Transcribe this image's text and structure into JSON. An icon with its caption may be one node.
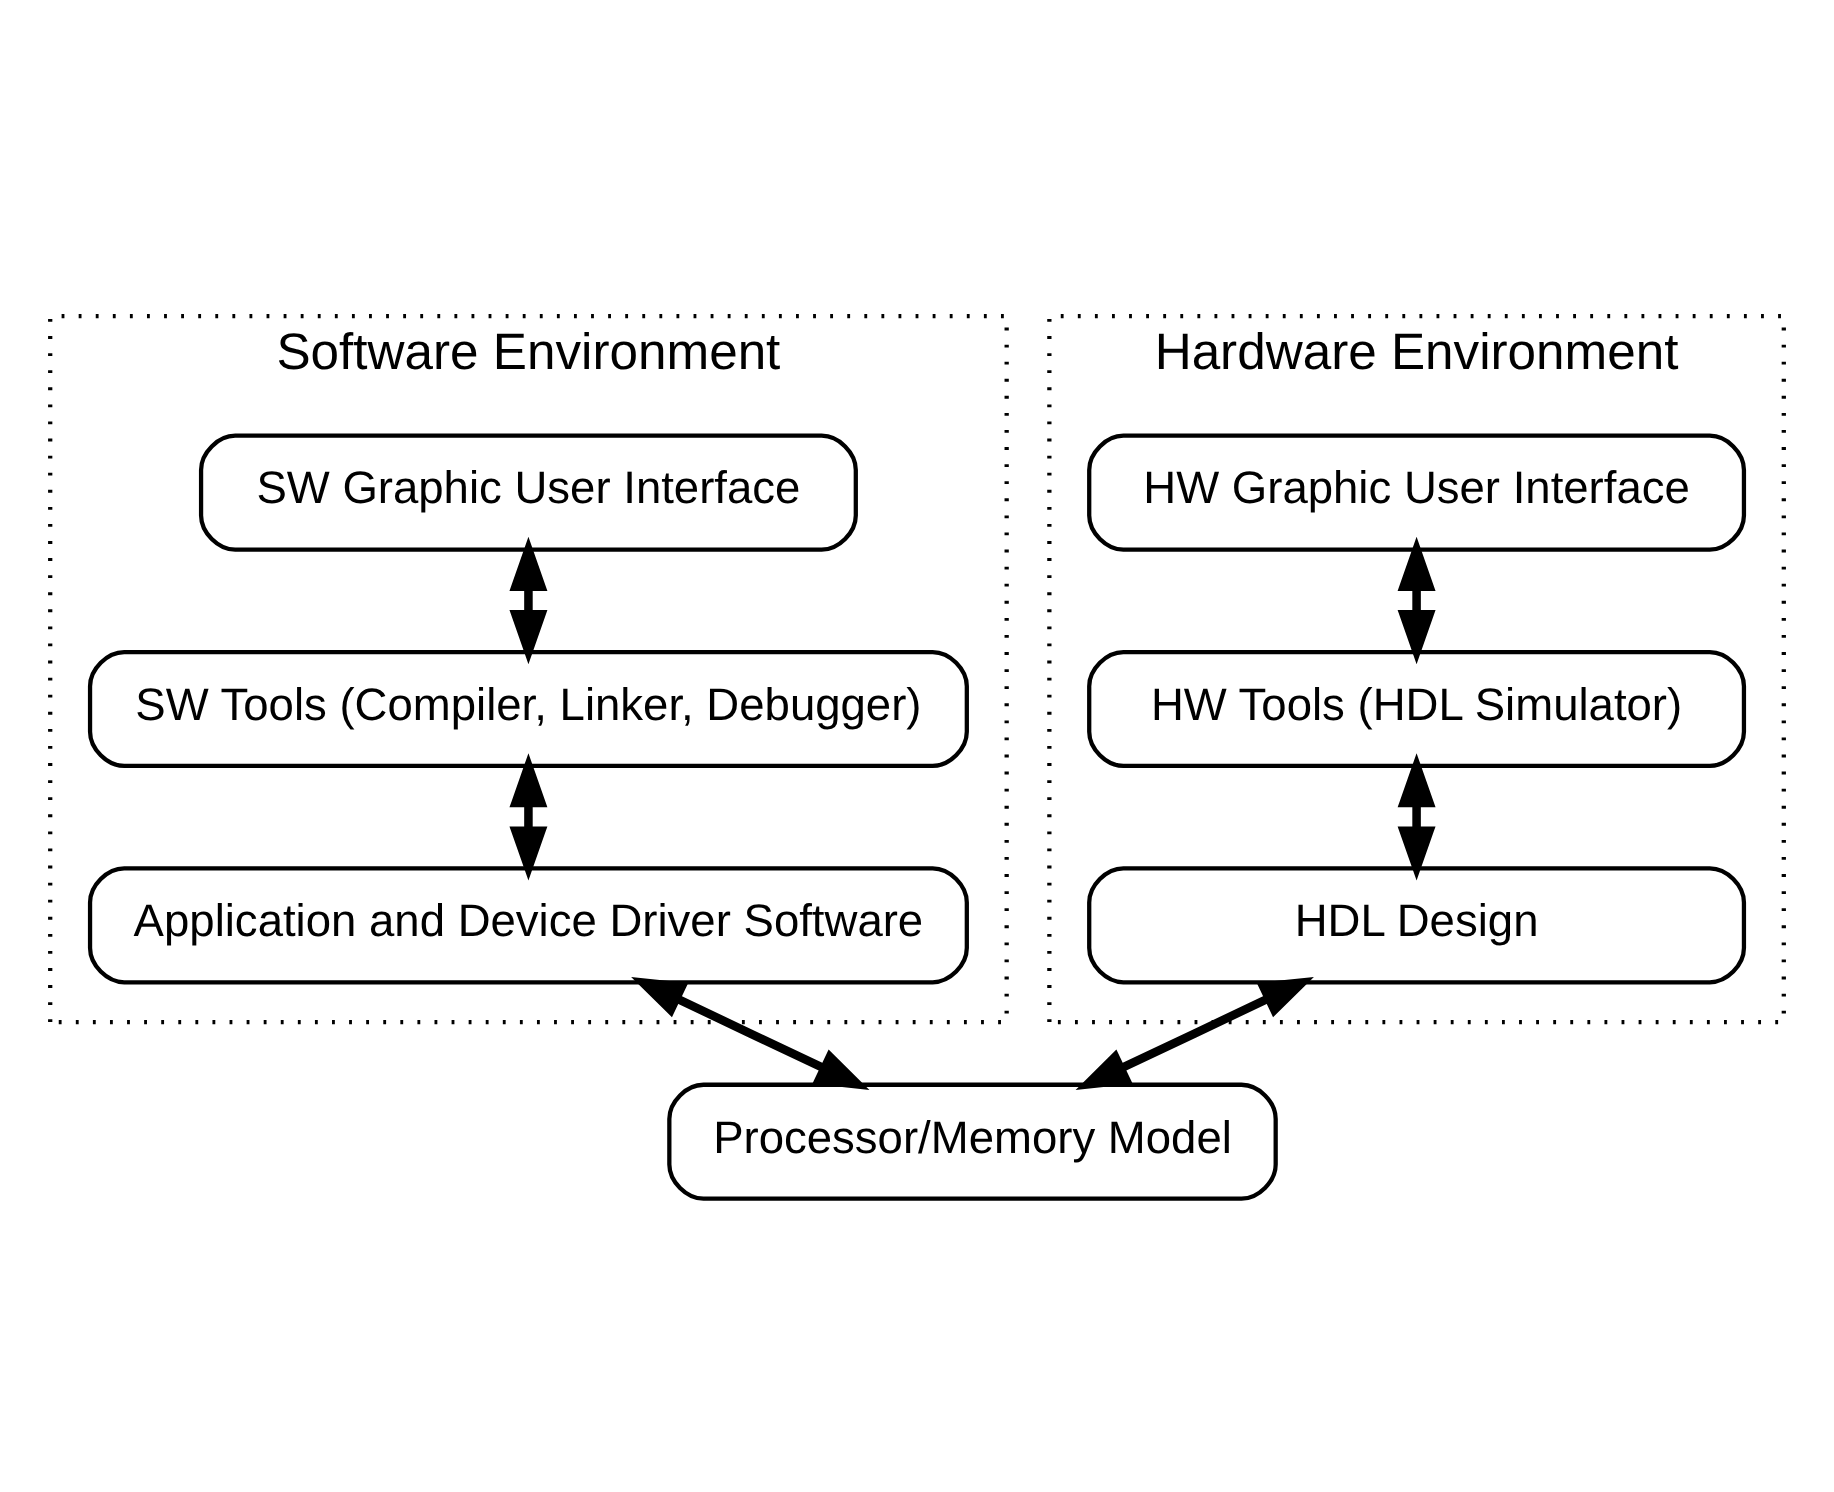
{
  "diagram": {
    "nodes": [
      {
        "text": [
          "Software Environment"
        ]
      },
      {
        "text": [
          "SW Graphic User Interface"
        ],
        "in": 0
      },
      {
        "text": [
          "SW Tools (Compiler, Linker, Debugger)"
        ],
        "in": 0
      },
      {
        "text": [
          "Application and Device Driver Software"
        ],
        "in": 0
      },
      {
        "text": [
          "Hardware Environment"
        ]
      },
      {
        "text": [
          "HW Graphic User Interface"
        ],
        "in": 4
      },
      {
        "text": [
          "HW Tools (HDL Simulator)"
        ],
        "in": 4
      },
      {
        "text": [
          "HDL Design"
        ],
        "in": 4
      },
      {
        "text": [
          "Processor/Memory Model"
        ]
      }
    ],
    "edges": [
      {
        "from": 1,
        "to": 2,
        "arrow": "both"
      },
      {
        "from": 2,
        "to": 3,
        "arrow": "both"
      },
      {
        "from": 5,
        "to": 6,
        "arrow": "both"
      },
      {
        "from": 6,
        "to": 7,
        "arrow": "both"
      },
      {
        "from": 8,
        "to": 3,
        "arrow": "both"
      },
      {
        "from": 8,
        "to": 7,
        "arrow": "both"
      }
    ]
  }
}
